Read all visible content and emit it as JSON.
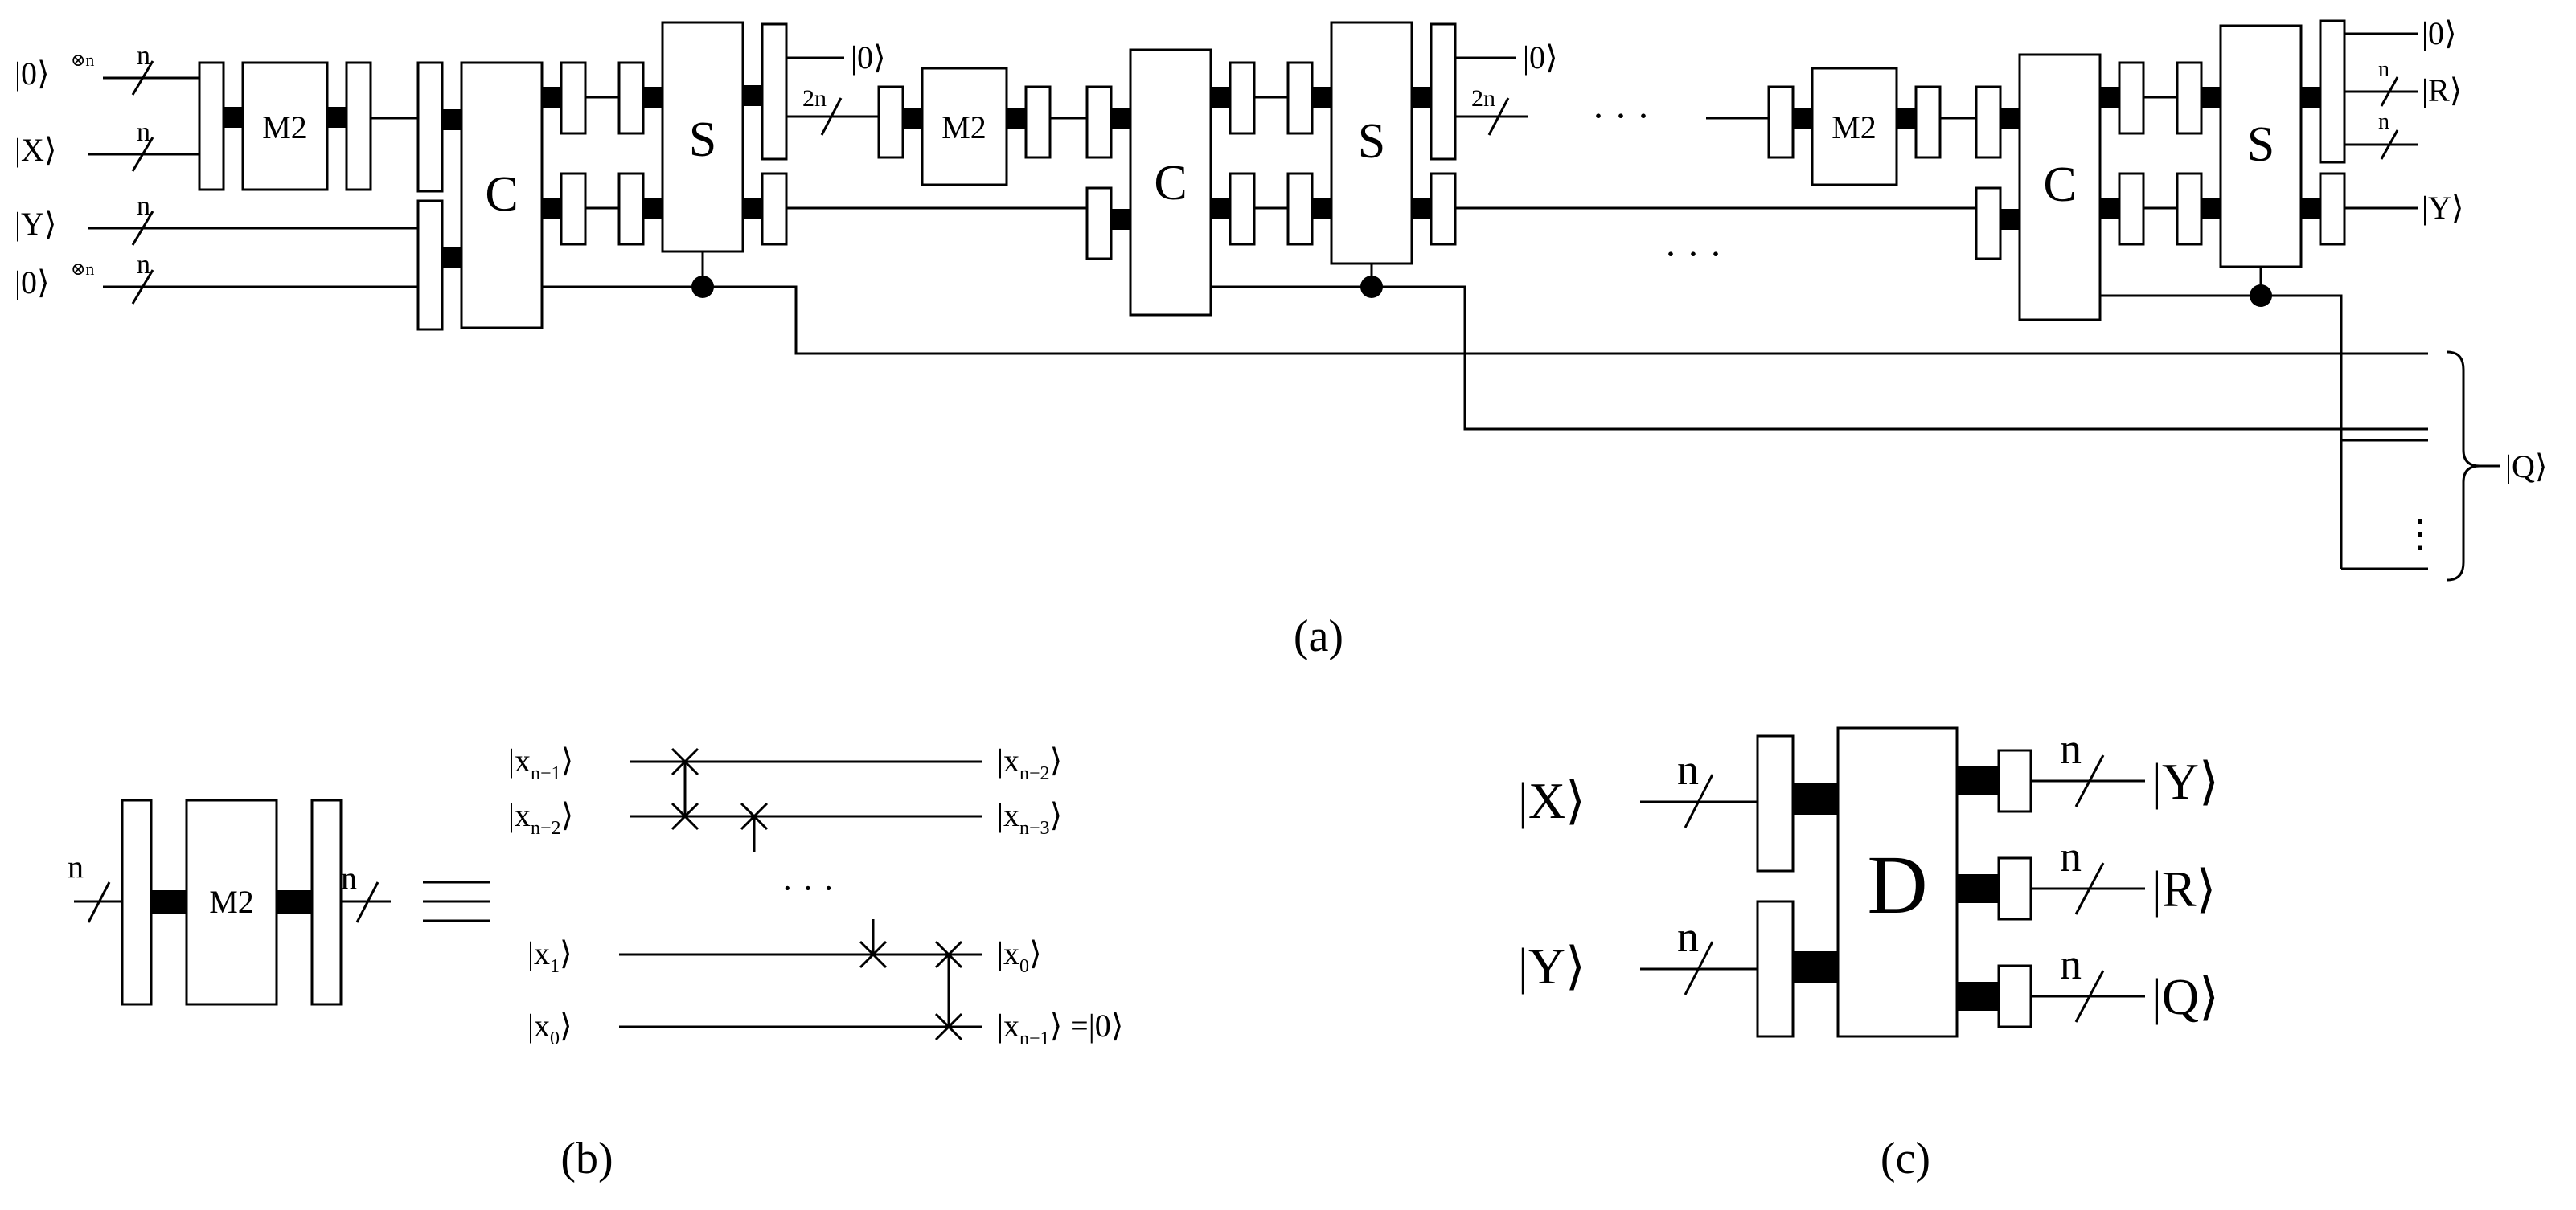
{
  "panels": {
    "a": {
      "caption": "(a)",
      "inputs": {
        "zero_n_top": "|0⟩",
        "tensor_top": "⊗n",
        "x": "|X⟩",
        "y": "|Y⟩",
        "zero_n_bottom": "|0⟩",
        "tensor_bottom": "⊗n"
      },
      "bus_n": "n",
      "bus_2n": "2n",
      "zero_out": "|0⟩",
      "gates": {
        "m2": "M2",
        "c": "C",
        "s": "S"
      },
      "ellipsis": "· · ·",
      "outputs": {
        "zero": "|0⟩",
        "r": "|R⟩",
        "y": "|Y⟩",
        "q": "|Q⟩"
      },
      "vdots": "⋮"
    },
    "b": {
      "caption": "(b)",
      "bus_n": "n",
      "gate": "M2",
      "equiv": "≡",
      "left": [
        "|x",
        "|x",
        "|x",
        "|x"
      ],
      "left_sub": [
        "n−1",
        "n−2",
        "1",
        "0"
      ],
      "right": [
        "|x",
        "|x",
        "|x",
        "|x"
      ],
      "right_sub": [
        "n−2",
        "n−3",
        "0",
        "n−1"
      ],
      "right_suffix": [
        "⟩",
        "⟩",
        "⟩",
        "⟩ =|0⟩"
      ],
      "ket_close": "⟩",
      "ellipsis": "· · ·"
    },
    "c": {
      "caption": "(c)",
      "gate": "D",
      "inputs": [
        "|X⟩",
        "|Y⟩"
      ],
      "outputs": [
        "|Y⟩",
        "|R⟩",
        "|Q⟩"
      ],
      "bus_n": "n"
    }
  }
}
